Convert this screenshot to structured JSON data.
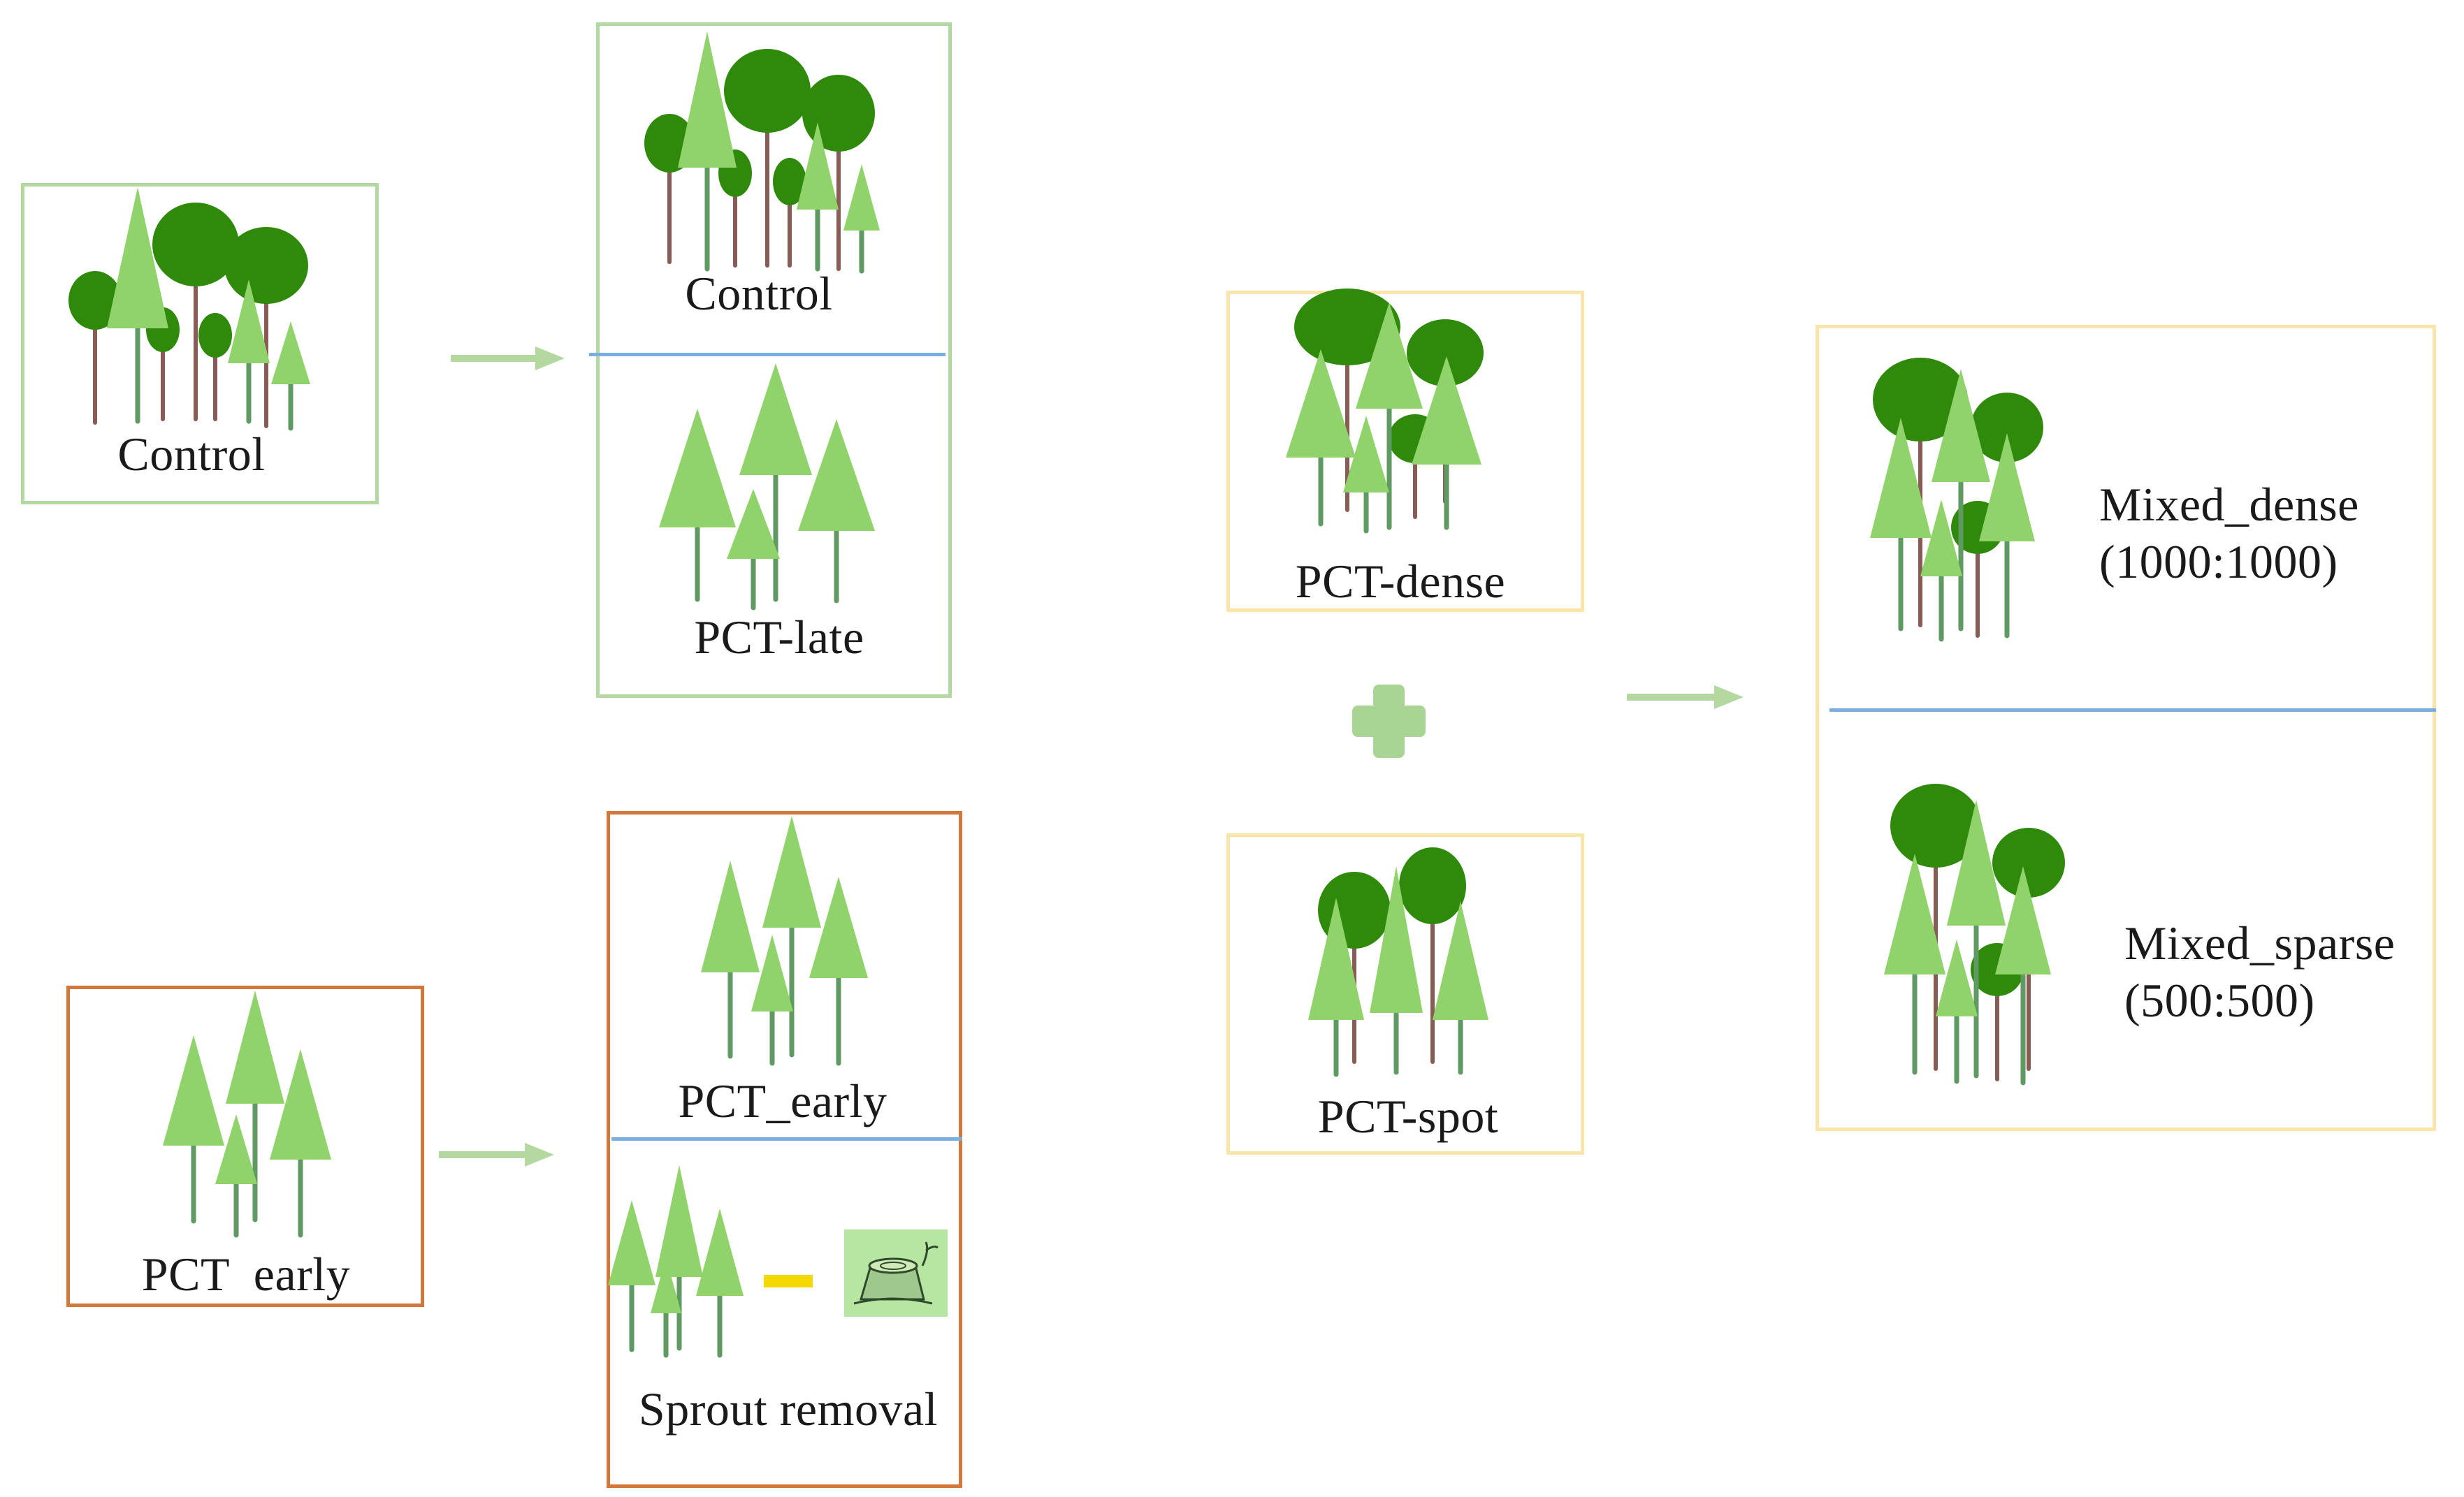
{
  "colors": {
    "light_tree": "#8fd36a",
    "dark_tree": "#2f8a0c",
    "dark_trunk": "#8a5a55",
    "light_trunk": "#5f9a63",
    "control_box": "#b4d9a0",
    "early_box": "#d2783c",
    "mixed_box": "#fae6aa",
    "divider": "#78aee0",
    "arrow": "#b4d9a0",
    "plus": "#a8d494",
    "minus": "#f5d800"
  },
  "icons": [
    "deciduous-tree-icon",
    "conifer-tree-icon",
    "arrow-right-icon",
    "plus-icon",
    "minus-icon",
    "stump-icon"
  ],
  "labels": {
    "control_initial": "Control",
    "control_result": "Control",
    "pct_late": "PCT-late",
    "pct_early_initial": "PCT  early",
    "pct_early_result": "PCT_early",
    "sprout_removal": "Sprout removal",
    "pct_dense": "PCT-dense",
    "pct_spot": "PCT-spot",
    "mixed_dense": "Mixed_dense",
    "mixed_dense_ratio": "(1000:1000)",
    "mixed_sparse": "Mixed_sparse",
    "mixed_sparse_ratio": "(500:500)"
  }
}
